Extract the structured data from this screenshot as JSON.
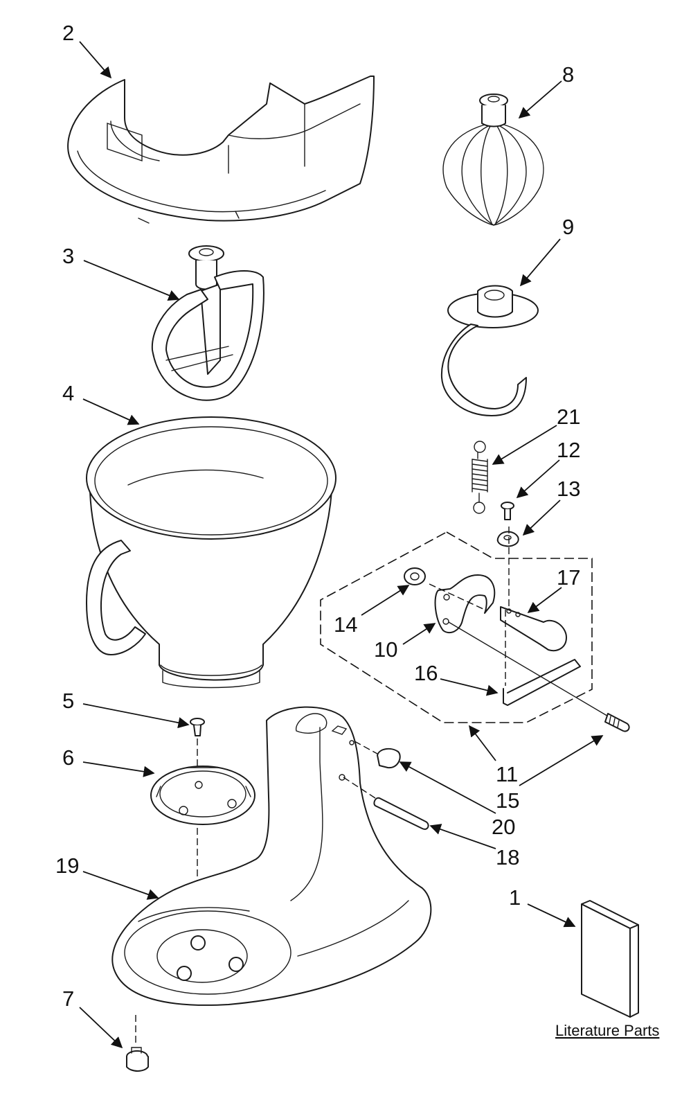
{
  "callouts": [
    "1",
    "2",
    "3",
    "4",
    "5",
    "6",
    "7",
    "8",
    "9",
    "10",
    "11",
    "12",
    "13",
    "14",
    "15",
    "16",
    "17",
    "18",
    "19",
    "20",
    "21"
  ],
  "section_label": "Literature Parts",
  "colors": {
    "line": "#1a1a1a",
    "background": "#ffffff"
  }
}
